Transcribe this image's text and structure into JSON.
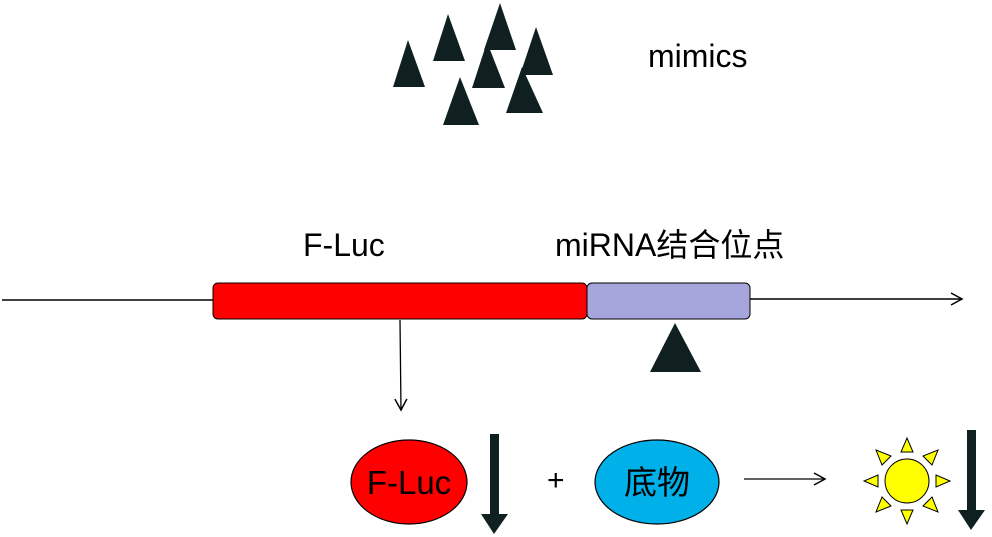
{
  "mimics_label": "mimics",
  "construct": {
    "fluc_label": "F-Luc",
    "binding_site_label": "miRNA结合位点"
  },
  "reaction": {
    "enzyme_label": "F-Luc",
    "plus_sign": "+",
    "substrate_label": "底物"
  },
  "colors": {
    "fluc_segment": "#ff0000",
    "binding_site_segment": "#a6a6dc",
    "mimic_triangle": "#102020",
    "substrate_oval": "#00b0e8",
    "sun": "#ffff00",
    "down_arrow": "#102020"
  },
  "icons": {
    "mimics": "triangle-icon",
    "product": "sun-icon",
    "decrease": "down-arrow-icon"
  }
}
